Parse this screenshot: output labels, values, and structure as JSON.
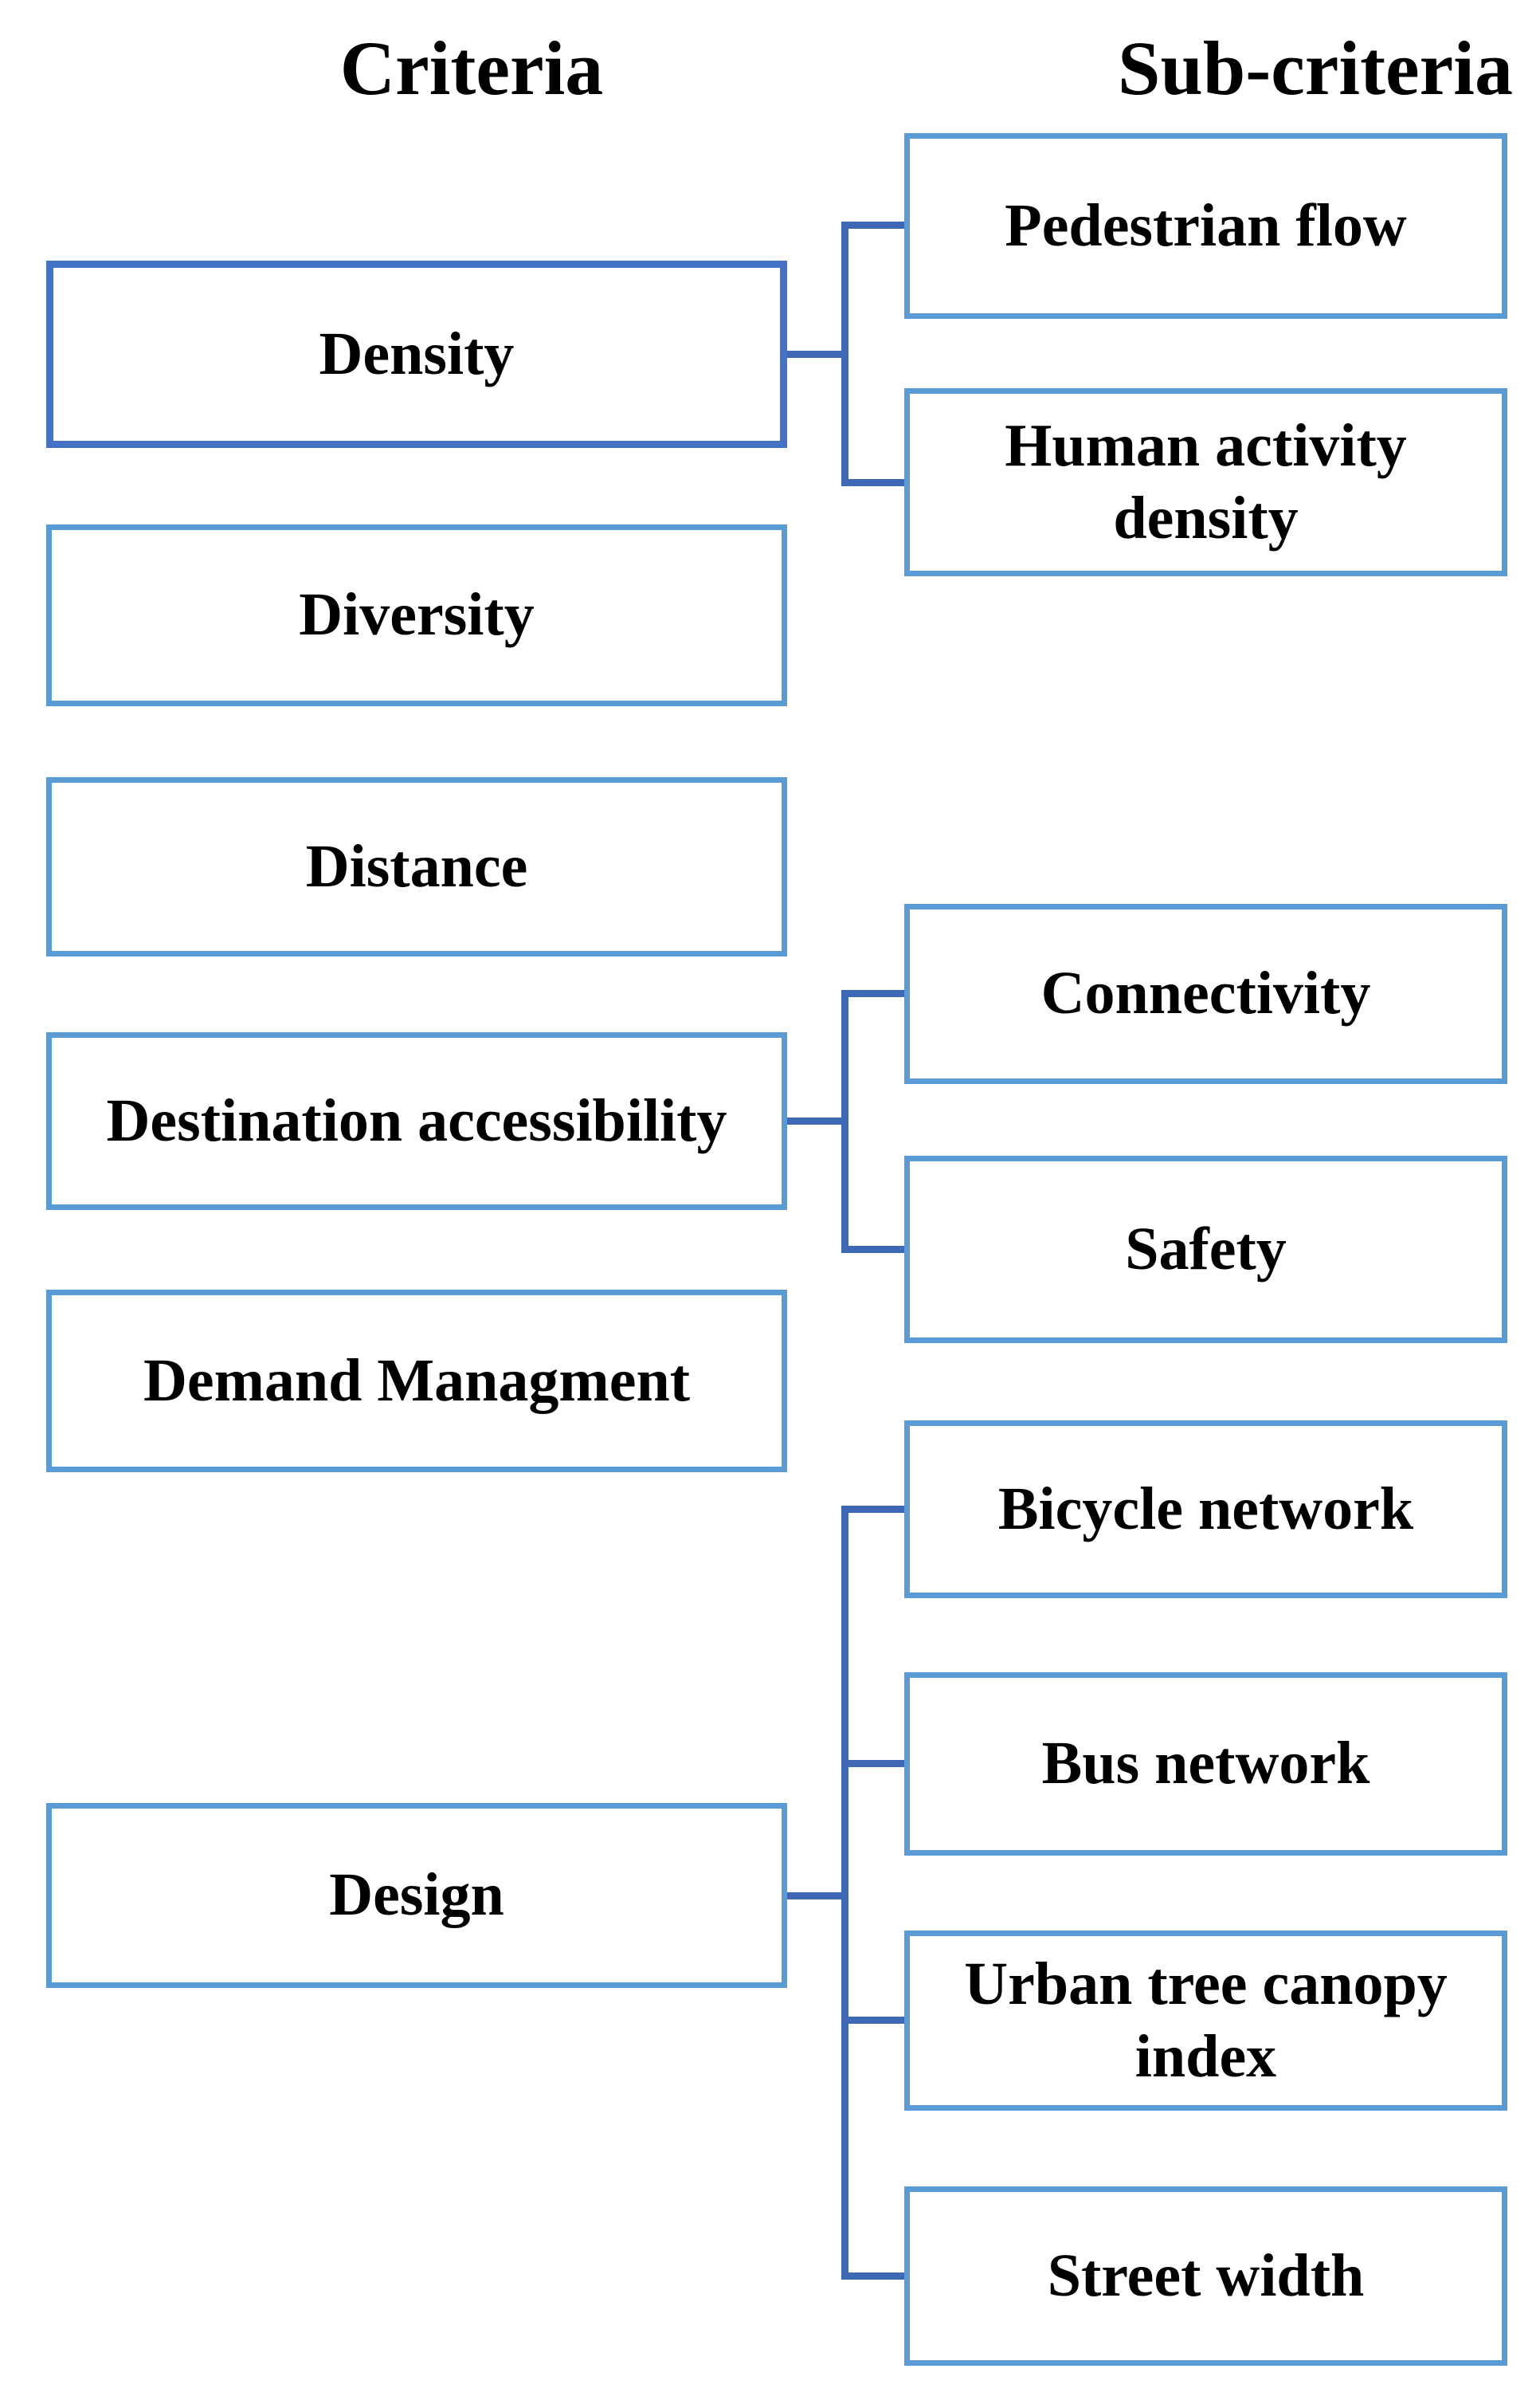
{
  "titles": {
    "left": "Criteria",
    "right": "Sub-criteria"
  },
  "criteria": [
    {
      "id": "density",
      "label": "Density",
      "emphasized": true
    },
    {
      "id": "diversity",
      "label": "Diversity",
      "emphasized": false
    },
    {
      "id": "distance",
      "label": "Distance",
      "emphasized": false
    },
    {
      "id": "destination-accessibility",
      "label": "Destination accessibility",
      "emphasized": false
    },
    {
      "id": "demand-managment",
      "label": "Demand Managment",
      "emphasized": false
    },
    {
      "id": "design",
      "label": "Design",
      "emphasized": false
    }
  ],
  "sub_criteria": [
    {
      "id": "pedestrian-flow",
      "label": "Pedestrian flow"
    },
    {
      "id": "human-activity-density",
      "label": "Human activity density"
    },
    {
      "id": "connectivity",
      "label": "Connectivity"
    },
    {
      "id": "safety",
      "label": "Safety"
    },
    {
      "id": "bicycle-network",
      "label": "Bicycle network"
    },
    {
      "id": "bus-network",
      "label": "Bus network"
    },
    {
      "id": "urban-tree-canopy-index",
      "label": "Urban tree canopy index"
    },
    {
      "id": "street-width",
      "label": "Street width"
    }
  ],
  "connections": [
    {
      "from": "density",
      "to": [
        "pedestrian-flow",
        "human-activity-density"
      ]
    },
    {
      "from": "destination-accessibility",
      "to": [
        "connectivity",
        "safety"
      ]
    },
    {
      "from": "design",
      "to": [
        "bicycle-network",
        "bus-network",
        "urban-tree-canopy-index",
        "street-width"
      ]
    }
  ],
  "colors": {
    "box_border_light": "#5B9BD5",
    "box_border_dark": "#4472C4",
    "connector": "#3E68B4",
    "text": "#000000",
    "background": "#FFFFFF"
  }
}
